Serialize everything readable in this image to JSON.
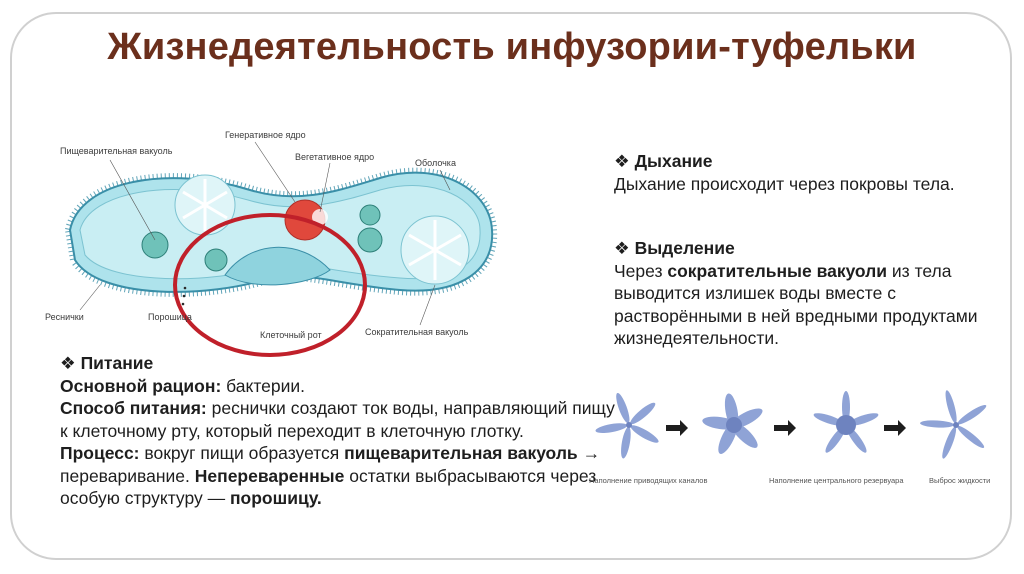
{
  "title": "Жизнедеятельность инфузории-туфельки",
  "diagram": {
    "labels": {
      "food_vacuole": "Пищеварительная вакуоль",
      "generative_nucleus": "Генеративное ядро",
      "vegetative_nucleus": "Вегетативное ядро",
      "membrane": "Оболочка",
      "cilia": "Реснички",
      "anal_pore": "Порошица",
      "cell_mouth": "Клеточный рот",
      "contractile_vacuole": "Сократительная вакуоль"
    }
  },
  "feeding": {
    "heading": "Питание",
    "diet_label": "Основной рацион:",
    "diet_text": " бактерии.",
    "method_label": "Способ питания:",
    "method_text": " реснички создают ток воды, направляющий пищу к клеточному рту, который переходит в клеточную глотку.",
    "process_label": "Процесс:",
    "process_text1": " вокруг пищи образуется ",
    "process_bold1": "пищеварительная вакуоль",
    "process_text2": " → переваривание. ",
    "process_bold2": "Непереваренные",
    "process_text3": " остатки выбрасываются через особую структуру — ",
    "process_bold3": "порошицу",
    "process_end": "."
  },
  "breathing": {
    "heading": "Дыхание",
    "text": "Дыхание происходит через покровы тела."
  },
  "excretion": {
    "heading": "Выделение",
    "text1": "Через ",
    "bold": "сократительные вакуоли",
    "text2": " из тела выводится излишек воды вместе с растворёнными в ней вредными продуктами жизнедеятельности."
  },
  "vacuole_stages": {
    "stage1": "Наполнение приводящих каналов",
    "stage2": "Наполнение центрального резервуара",
    "stage3": "Выброс жидкости"
  },
  "colors": {
    "title": "#6b2f1c",
    "cell_fill": "#aee3ec",
    "cell_outline": "#3a8fa8",
    "highlight_circle": "#c0202a",
    "nucleus": "#e0483c",
    "vacuole_star": "#8fa3d6"
  },
  "icons": {
    "bullet": "diamond-bullet-icon",
    "arrow": "right-arrow-icon"
  }
}
